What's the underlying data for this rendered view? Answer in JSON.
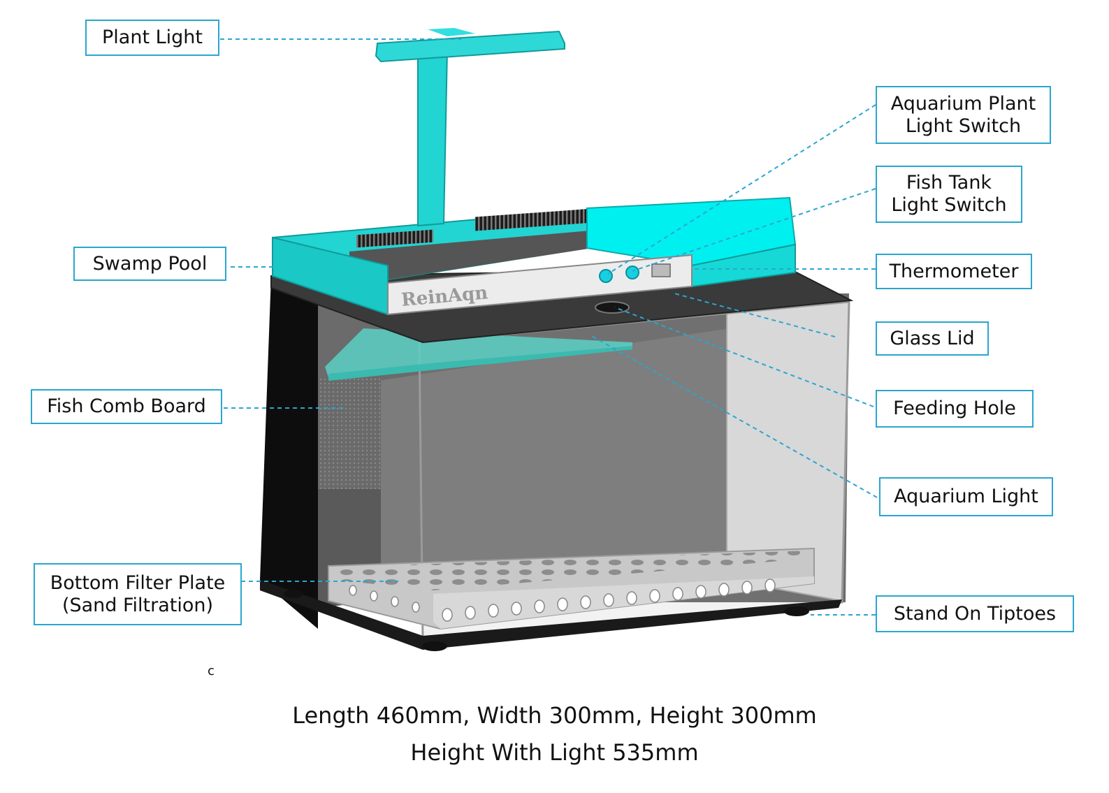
{
  "callouts": {
    "plant_light": "Plant Light",
    "swamp_pool": "Swamp Pool",
    "fish_comb_board": "Fish Comb Board",
    "bottom_filter_line1": "Bottom Filter Plate",
    "bottom_filter_line2": "(Sand Filtration)",
    "plant_light_switch_line1": "Aquarium Plant",
    "plant_light_switch_line2": "Light Switch",
    "tank_light_switch_line1": "Fish Tank",
    "tank_light_switch_line2": "Light Switch",
    "thermometer": "Thermometer",
    "glass_lid": "Glass Lid",
    "feeding_hole": "Feeding Hole",
    "aquarium_light": "Aquarium Light",
    "stand_on_tiptoes": "Stand On Tiptoes"
  },
  "brand_label": "ReinAqn",
  "stray_mark": "c",
  "dimensions": {
    "line1": "Length 460mm, Width 300mm, Height 300mm",
    "line2": "Height With Light 535mm"
  },
  "colors": {
    "accent_cyan": "#1ed6d6",
    "leader_line": "#2aa6cf",
    "tank_dark": "#3a3a3a",
    "tank_glass": "#8a8a8a"
  }
}
